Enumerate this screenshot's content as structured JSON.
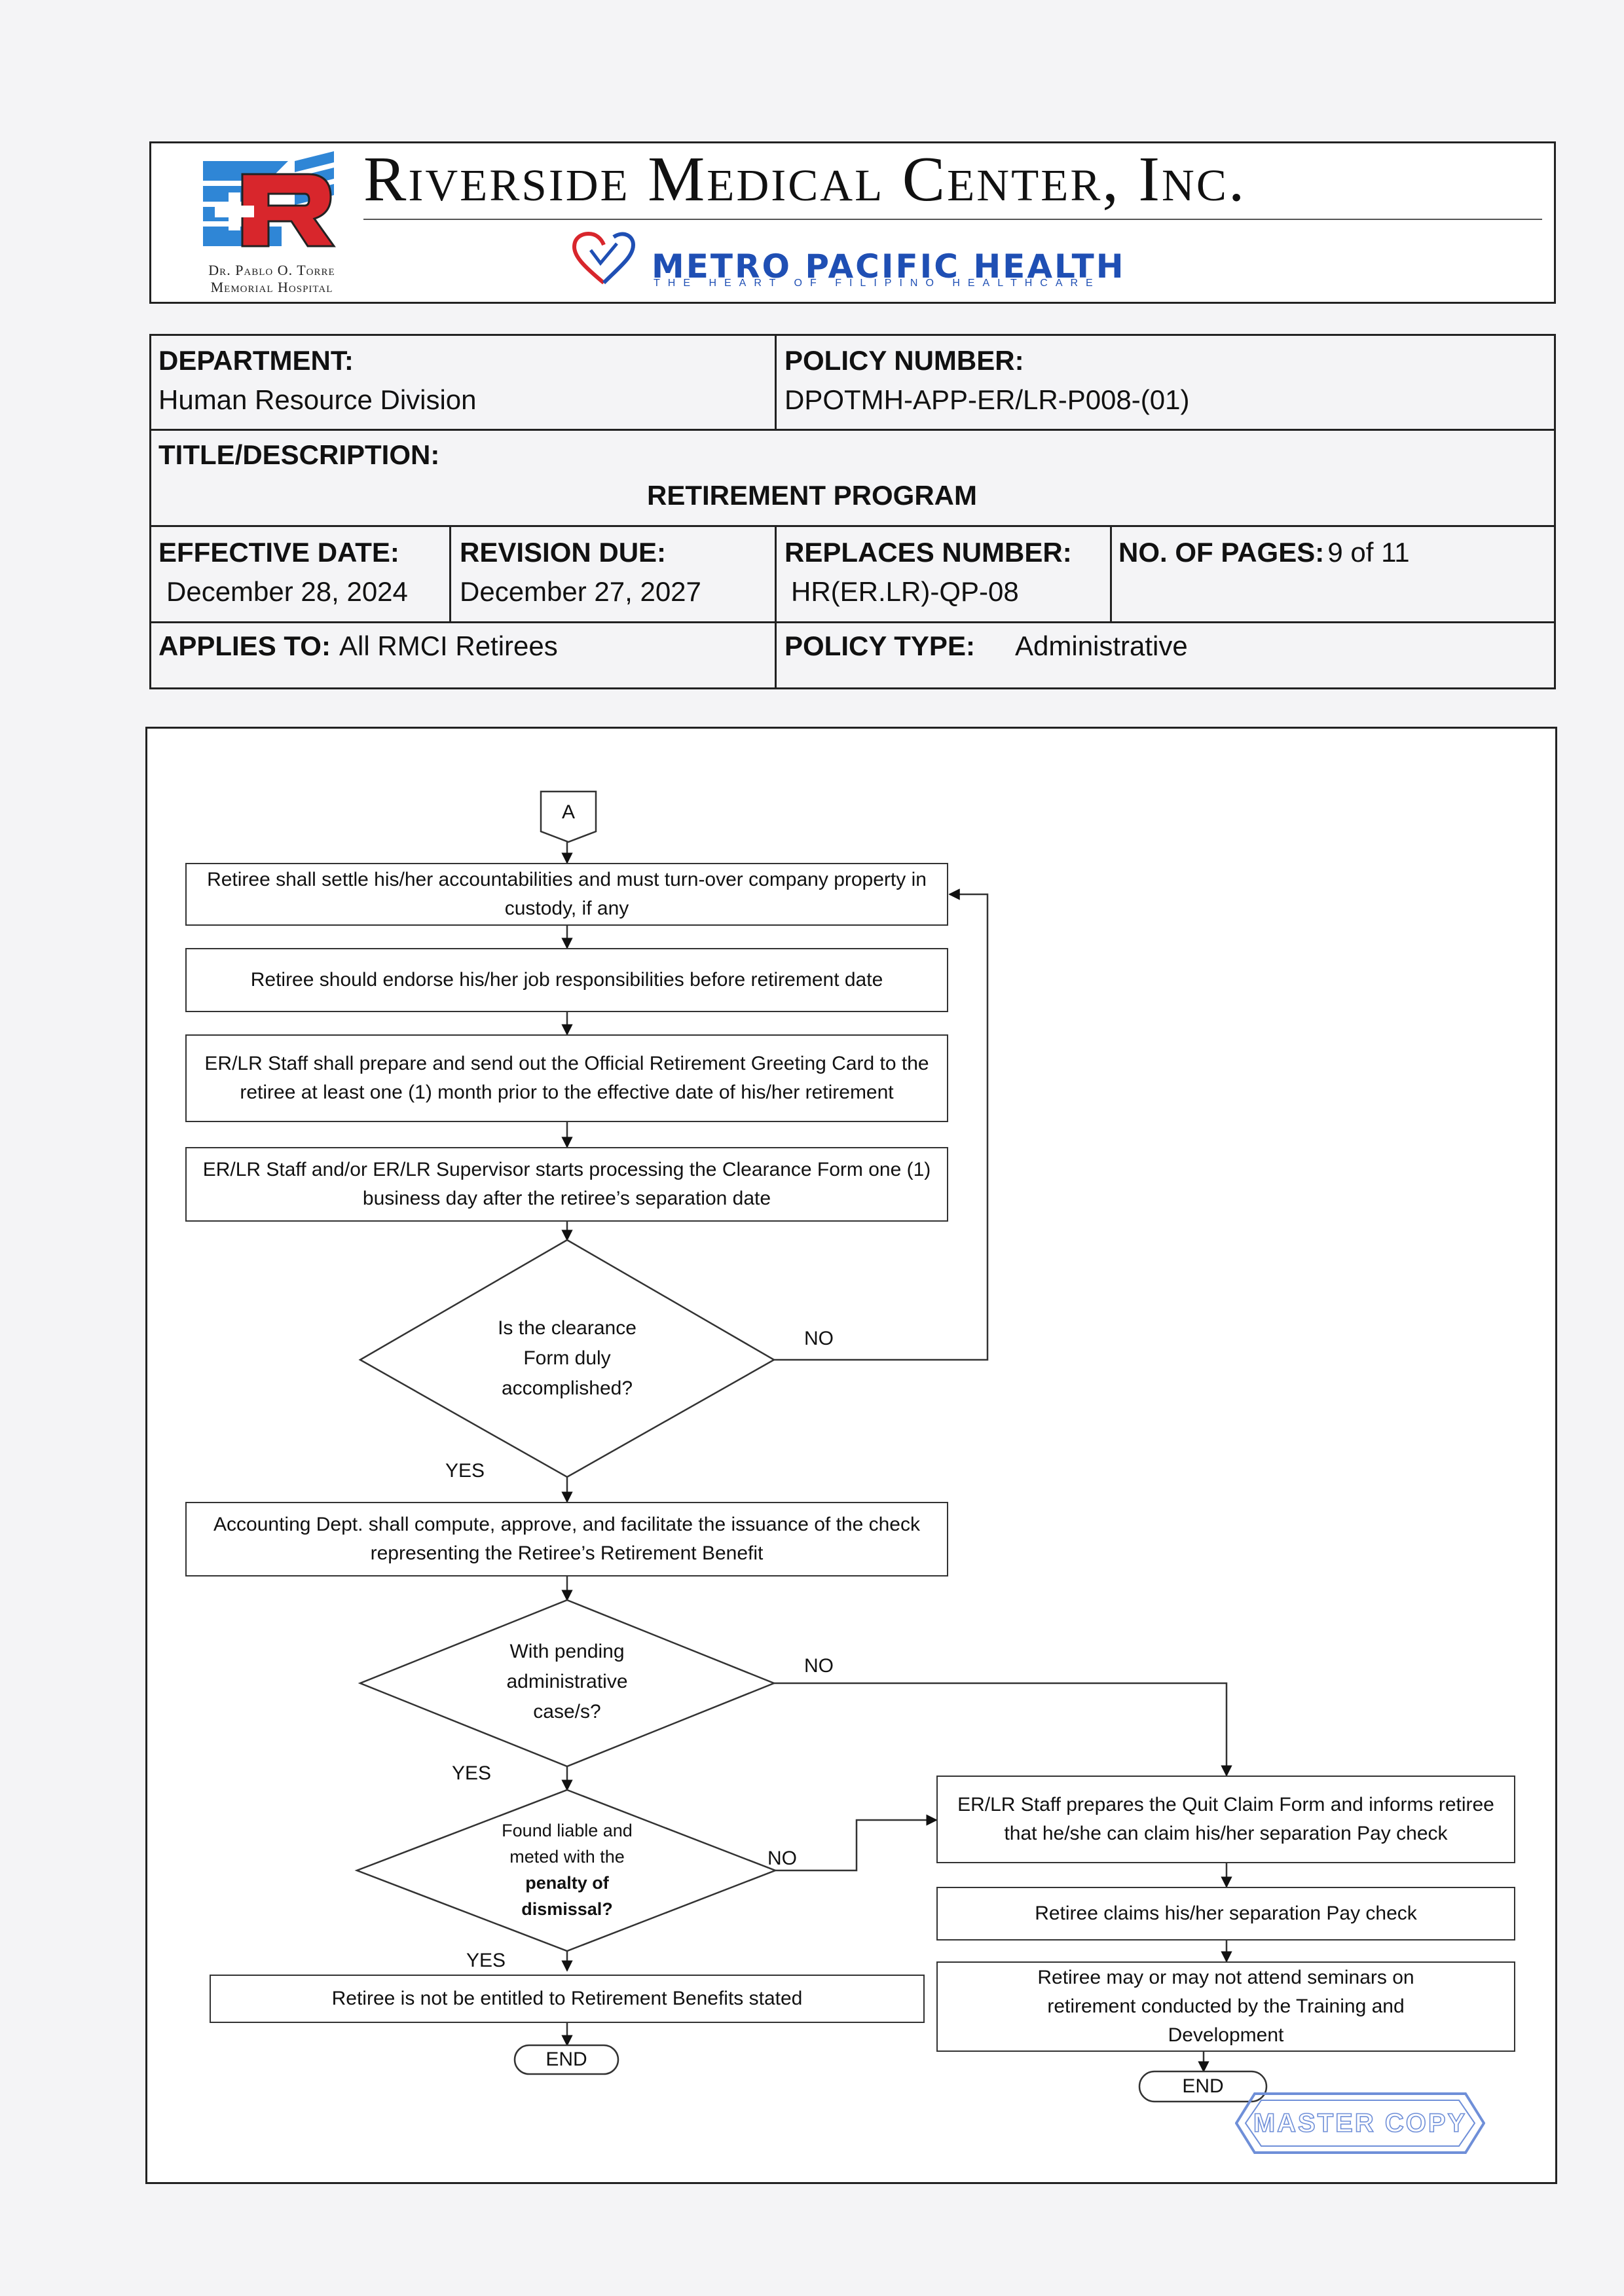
{
  "header": {
    "hospital_name": "Riverside Medical Center, Inc.",
    "hospital_sub_1": "Dr. Pablo O. Torre",
    "hospital_sub_2": "Memorial Hospital",
    "network_name": "METRO PACIFIC HEALTH",
    "network_tagline": "THE HEART OF FILIPINO HEALTHCARE",
    "logo_letter": "R",
    "brand_red": "#d8262c",
    "brand_blue": "#1f4fb4"
  },
  "info": {
    "department_label": "DEPARTMENT:",
    "department_value": "Human Resource Division",
    "policy_number_label": "POLICY NUMBER:",
    "policy_number_value": "DPOTMH-APP-ER/LR-P008-(01)",
    "title_label": "TITLE/DESCRIPTION:",
    "title_value": "RETIREMENT PROGRAM",
    "effective_date_label": "EFFECTIVE DATE:",
    "effective_date_value": "December 28, 2024",
    "revision_due_label": "REVISION DUE:",
    "revision_due_value": "December 27, 2027",
    "replaces_number_label": "REPLACES NUMBER:",
    "replaces_number_value": "HR(ER.LR)-QP-08",
    "pages_label": "NO. OF PAGES:",
    "pages_value": "9 of 11",
    "applies_to_label": "APPLIES TO:",
    "applies_to_value": "All RMCI Retirees",
    "policy_type_label": "POLICY TYPE:",
    "policy_type_value": "Administrative"
  },
  "flowchart": {
    "connector": "A",
    "step1": "Retiree shall settle his/her accountabilities and must turn-over company property in custody, if any",
    "step2": "Retiree should endorse  his/her job responsibilities before retirement date",
    "step3": "ER/LR Staff shall prepare and send out the Official Retirement Greeting Card to the retiree at least one (1) month prior to the effective date of his/her retirement",
    "step4": "ER/LR Staff and/or ER/LR Supervisor starts processing the Clearance Form one (1) business day after the retiree’s separation date",
    "decision1": "Is the clearance Form duly accomplished?",
    "step5": "Accounting Dept. shall compute, approve, and facilitate the issuance of the check representing the Retiree’s Retirement Benefit",
    "decision2": "With pending administrative case/s?",
    "decision3_line1": "Found liable and",
    "decision3_line2": "meted with the",
    "decision3_line3": "penalty of",
    "decision3_line4": "dismissal?",
    "step_not_entitled": "Retiree is not be entitled  to Retirement Benefits stated",
    "step_quit_claim": "ER/LR Staff prepares the Quit Claim Form and informs retiree that he/she can claim his/her separation Pay check",
    "step_claims": "Retiree claims his/her separation Pay check",
    "step_seminars": "Retiree may or may not attend seminars on retirement conducted by the Training and Development",
    "end_label": "END",
    "yes_label": "YES",
    "no_label": "NO"
  },
  "stamp": {
    "text": "MASTER COPY",
    "color": "#5b7fd0"
  }
}
